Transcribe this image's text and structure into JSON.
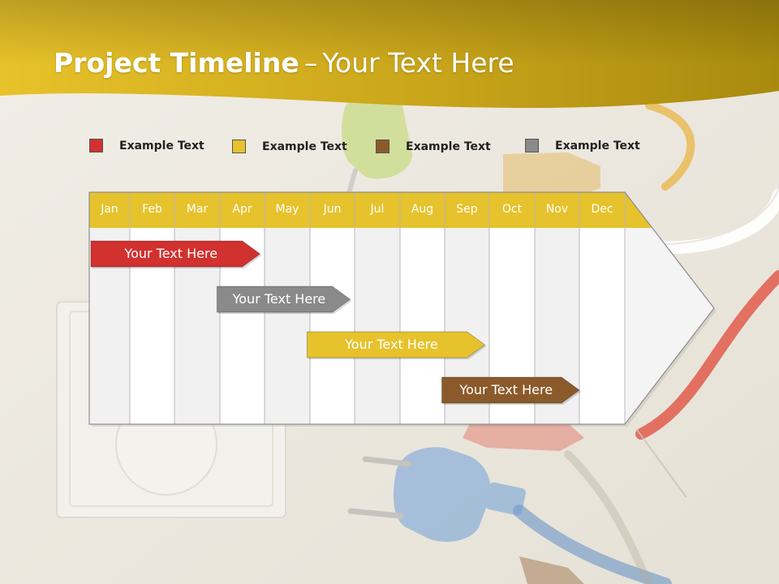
{
  "slide": {
    "title_bold": "Project Timeline",
    "title_dash": "–",
    "title_rest": "Your Text Here"
  },
  "colors": {
    "header_gold": "#b89410",
    "header_yellow": "#e6c22c",
    "red": "#d1312f",
    "yellow": "#e6c22c",
    "brown": "#8b5a2b",
    "gray": "#8a8a8a"
  },
  "legend": [
    {
      "label": "Example Text",
      "color": "#d1312f"
    },
    {
      "label": "Example Text",
      "color": "#e6c22c"
    },
    {
      "label": "Example Text",
      "color": "#8b5a2b"
    },
    {
      "label": "Example Text",
      "color": "#8a8a8a"
    }
  ],
  "timeline": {
    "months": [
      "Jan",
      "Feb",
      "Mar",
      "Apr",
      "May",
      "Jun",
      "Jul",
      "Aug",
      "Sep",
      "Oct",
      "Nov",
      "Dec"
    ],
    "tasks": [
      {
        "label": "Your  Text Here",
        "start": 1,
        "end": 4.9,
        "color": "#d1312f",
        "text_color": "#ffffff"
      },
      {
        "label": "Your  Text Here",
        "start": 3.9,
        "end": 6.9,
        "color": "#8a8a8a",
        "text_color": "#ffffff"
      },
      {
        "label": "Your  Text Here",
        "start": 5.9,
        "end": 9.9,
        "color": "#e6c22c",
        "text_color": "#ffffff"
      },
      {
        "label": "Your  Text Here",
        "start": 8.9,
        "end": 12,
        "color": "#8b5a2b",
        "text_color": "#ffffff"
      }
    ]
  }
}
